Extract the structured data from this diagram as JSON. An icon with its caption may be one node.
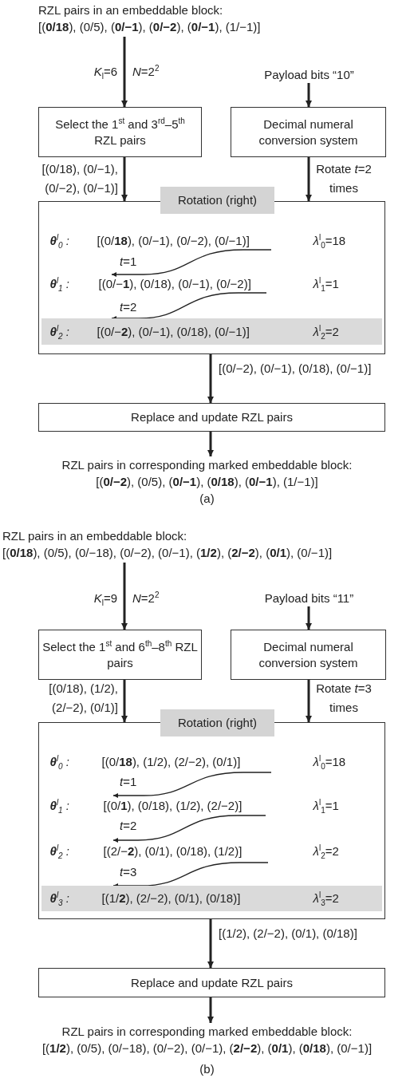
{
  "diagram": {
    "nodes": [
      {
        "text": [
          "RZL pairs in an embeddable block:",
          "[(**0/18**), (0/5), (**0/−1**), (**0/−2**), (**0/−1**), (1/−1)]"
        ]
      },
      {
        "text": [
          "Payload bits “10”"
        ]
      },
      {
        "text": [
          "Select the 1$^{st}$ and 3$^{rd}$–5$^{th}$ RZL pairs"
        ]
      },
      {
        "text": [
          "Decimal numeral conversion system"
        ]
      },
      {
        "text": [
          "Rotation (right)"
        ]
      },
      {
        "text": [
          "**θ**$^{l}$$_{0}$ :",
          "[(0/**18**), (0/−1), (0/−2), (0/−1)]",
          "*λ*$^{l}$$_{0}$=18"
        ],
        "in": 4
      },
      {
        "text": [
          "**θ**$^{l}$$_{1}$ :",
          "[(0/−**1**), (0/18), (0/−1), (0/−2)]",
          "*λ*$^{l}$$_{1}$=1"
        ],
        "in": 4
      },
      {
        "text": [
          "**θ**$^{l}$$_{2}$ :",
          "[(0/−**2**), (0/−1), (0/18), (0/−1)]",
          "*λ*$^{l}$$_{2}$=2"
        ],
        "in": 4
      },
      {
        "text": [
          "Replace and update RZL pairs"
        ]
      },
      {
        "text": [
          "RZL pairs in corresponding marked embeddable block:",
          "[(**0/−2**), (0/5), (**0/−1**), (**0/18**), (**0/−1**), (1/−1)]"
        ]
      },
      {
        "text": [
          "RZL pairs in an embeddable block:",
          "[(**0/18**), (0/5), (0/−18), (0/−2), (0/−1), (**1/2**), (**2/−2**), (**0/1**), (0/−1)]"
        ]
      },
      {
        "text": [
          "Payload bits “11”"
        ]
      },
      {
        "text": [
          "Select the 1$^{st}$ and 6$^{th}$–8$^{th}$ RZL pairs"
        ]
      },
      {
        "text": [
          "Decimal numeral conversion system"
        ]
      },
      {
        "text": [
          "Rotation (right)"
        ]
      },
      {
        "text": [
          "**θ**$^{l}$$_{0}$ :",
          "[(0/**18**), (1/2), (2/−2), (0/1)]",
          "*λ*$^{l}$$_{0}$=18"
        ],
        "in": 14
      },
      {
        "text": [
          "**θ**$^{l}$$_{1}$ :",
          "[(0/**1**), (0/18), (1/2), (2/−2)]",
          "*λ*$^{l}$$_{1}$=1"
        ],
        "in": 14
      },
      {
        "text": [
          "**θ**$^{l}$$_{2}$ :",
          "[(2/−**2**), (0/1), (0/18), (1/2)]",
          "*λ*$^{l}$$_{2}$=2"
        ],
        "in": 14
      },
      {
        "text": [
          "**θ**$^{l}$$_{3}$ :",
          "[(1/**2**), (2/−2), (0/1), (0/18)]",
          "*λ*$^{l}$$_{3}$=2"
        ],
        "in": 14
      },
      {
        "text": [
          "Replace and update RZL pairs"
        ]
      },
      {
        "text": [
          "RZL pairs in corresponding marked embeddable block:",
          "[(**1/2**), (0/5), (0/−18), (0/−2), (0/−1), (**2/−2**), (**0/1**), (**0/18**), (0/−1)]"
        ]
      }
    ],
    "edges": [
      {
        "from": 0,
        "to": 2,
        "arrow": "to",
        "label": "*K*$_{l}$=6"
      },
      {
        "from": 1,
        "to": 3,
        "arrow": "to"
      },
      {
        "from": 2,
        "to": 4,
        "arrow": "to",
        "label": "[(0/18), (0/−1), (0/−2), (0/−1)]"
      },
      {
        "from": 3,
        "to": 4,
        "arrow": "to",
        "label": "Rotate *t*=2 times"
      },
      {
        "from": 5,
        "to": 6,
        "arrow": "to",
        "label": "*t*=1"
      },
      {
        "from": 6,
        "to": 7,
        "arrow": "to",
        "label": "*t*=2"
      },
      {
        "from": 4,
        "to": 8,
        "arrow": "to",
        "label": "[(0/−2), (0/−1), (0/18), (0/−1)]"
      },
      {
        "from": 8,
        "to": 9,
        "arrow": "to"
      },
      {
        "from": 10,
        "to": 12,
        "arrow": "to",
        "label": "*K*$_{l}$=9"
      },
      {
        "from": 11,
        "to": 13,
        "arrow": "to"
      },
      {
        "from": 12,
        "to": 14,
        "arrow": "to",
        "label": "[(0/18), (1/2), (2/−2), (0/1)]"
      },
      {
        "from": 13,
        "to": 14,
        "arrow": "to",
        "label": "Rotate *t*=3 times"
      },
      {
        "from": 15,
        "to": 16,
        "arrow": "to",
        "label": "*t*=1"
      },
      {
        "from": 16,
        "to": 17,
        "arrow": "to",
        "label": "*t*=2"
      },
      {
        "from": 17,
        "to": 18,
        "arrow": "to",
        "label": "*t*=3"
      },
      {
        "from": 14,
        "to": 19,
        "arrow": "to",
        "label": "[(1/2), (2/−2), (0/1), (0/18)]"
      },
      {
        "from": 19,
        "to": 20,
        "arrow": "to"
      }
    ],
    "labels": [
      "*N*=2$^{2}$",
      "(a)",
      "*N*=2$^{2}$",
      "(b)"
    ]
  }
}
